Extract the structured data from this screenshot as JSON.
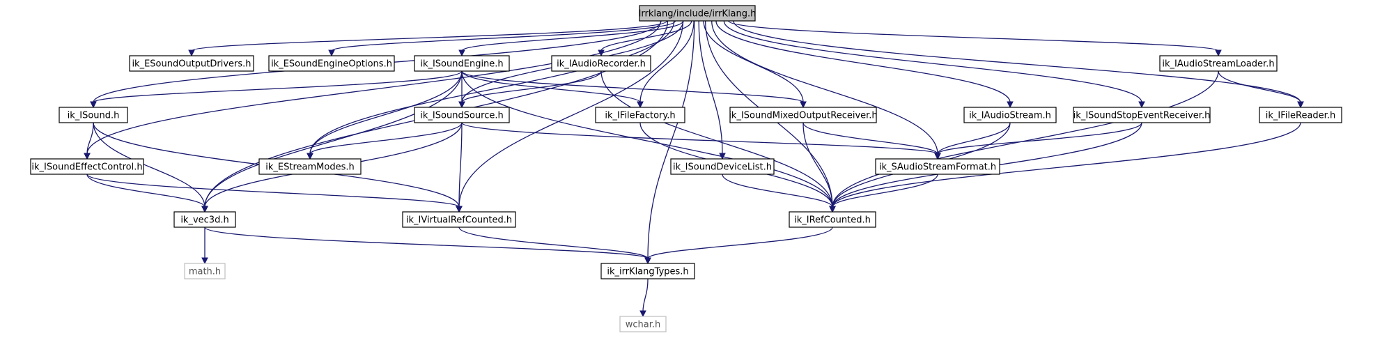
{
  "root": "Irrklang/include/irrKlang.h",
  "nodes": [
    {
      "id": "root",
      "label": "Irrklang/include/irrKlang.h"
    },
    {
      "id": "eoutdrv",
      "label": "ik_ESoundOutputDrivers.h"
    },
    {
      "id": "eengopt",
      "label": "ik_ESoundEngineOptions.h"
    },
    {
      "id": "isoundengine",
      "label": "ik_ISoundEngine.h"
    },
    {
      "id": "iaudiorec",
      "label": "ik_IAudioRecorder.h"
    },
    {
      "id": "iaudiostreamloader",
      "label": "ik_IAudioStreamLoader.h"
    },
    {
      "id": "isound",
      "label": "ik_ISound.h"
    },
    {
      "id": "isoundsource",
      "label": "ik_ISoundSource.h"
    },
    {
      "id": "ifilefactory",
      "label": "ik_IFileFactory.h"
    },
    {
      "id": "imixed",
      "label": "ik_ISoundMixedOutputReceiver.h"
    },
    {
      "id": "iaudiostream",
      "label": "ik_IAudioStream.h"
    },
    {
      "id": "istopevent",
      "label": "ik_ISoundStopEventReceiver.h"
    },
    {
      "id": "ifilereader",
      "label": "ik_IFileReader.h"
    },
    {
      "id": "ieffect",
      "label": "ik_ISoundEffectControl.h"
    },
    {
      "id": "estream",
      "label": "ik_EStreamModes.h"
    },
    {
      "id": "idevicelist",
      "label": "ik_ISoundDeviceList.h"
    },
    {
      "id": "saudiofmt",
      "label": "ik_SAudioStreamFormat.h"
    },
    {
      "id": "vec3d",
      "label": "ik_vec3d.h"
    },
    {
      "id": "ivirtual",
      "label": "ik_IVirtualRefCounted.h"
    },
    {
      "id": "irefcounted",
      "label": "ik_IRefCounted.h"
    },
    {
      "id": "mathh",
      "label": "math.h",
      "system": true
    },
    {
      "id": "types",
      "label": "ik_irrKlangTypes.h"
    },
    {
      "id": "wcharh",
      "label": "wchar.h",
      "system": true
    }
  ],
  "edges": [
    [
      "root",
      "eoutdrv"
    ],
    [
      "root",
      "eengopt"
    ],
    [
      "root",
      "isoundengine"
    ],
    [
      "root",
      "iaudiorec"
    ],
    [
      "root",
      "iaudiostreamloader"
    ],
    [
      "root",
      "isound"
    ],
    [
      "root",
      "isoundsource"
    ],
    [
      "root",
      "ifilefactory"
    ],
    [
      "root",
      "imixed"
    ],
    [
      "root",
      "iaudiostream"
    ],
    [
      "root",
      "istopevent"
    ],
    [
      "root",
      "ifilereader"
    ],
    [
      "root",
      "ieffect"
    ],
    [
      "root",
      "estream"
    ],
    [
      "root",
      "idevicelist"
    ],
    [
      "root",
      "saudiofmt"
    ],
    [
      "root",
      "vec3d"
    ],
    [
      "root",
      "ivirtual"
    ],
    [
      "root",
      "irefcounted"
    ],
    [
      "root",
      "types"
    ],
    [
      "isoundengine",
      "isound"
    ],
    [
      "isoundengine",
      "isoundsource"
    ],
    [
      "isoundengine",
      "ifilefactory"
    ],
    [
      "isoundengine",
      "imixed"
    ],
    [
      "isoundengine",
      "estream"
    ],
    [
      "isoundengine",
      "vec3d"
    ],
    [
      "isoundengine",
      "irefcounted"
    ],
    [
      "iaudiorec",
      "isoundsource"
    ],
    [
      "iaudiorec",
      "irefcounted"
    ],
    [
      "isound",
      "ieffect"
    ],
    [
      "isound",
      "vec3d"
    ],
    [
      "isound",
      "ivirtual"
    ],
    [
      "isoundsource",
      "estream"
    ],
    [
      "isoundsource",
      "saudiofmt"
    ],
    [
      "isoundsource",
      "vec3d"
    ],
    [
      "isoundsource",
      "ivirtual"
    ],
    [
      "ifilefactory",
      "irefcounted"
    ],
    [
      "imixed",
      "saudiofmt"
    ],
    [
      "imixed",
      "irefcounted"
    ],
    [
      "iaudiostream",
      "saudiofmt"
    ],
    [
      "iaudiostream",
      "irefcounted"
    ],
    [
      "istopevent",
      "saudiofmt"
    ],
    [
      "istopevent",
      "irefcounted"
    ],
    [
      "iaudiostreamloader",
      "ifilereader"
    ],
    [
      "iaudiostreamloader",
      "irefcounted"
    ],
    [
      "ifilereader",
      "irefcounted"
    ],
    [
      "ieffect",
      "vec3d"
    ],
    [
      "ieffect",
      "ivirtual"
    ],
    [
      "idevicelist",
      "irefcounted"
    ],
    [
      "saudiofmt",
      "irefcounted"
    ],
    [
      "vec3d",
      "mathh"
    ],
    [
      "vec3d",
      "types"
    ],
    [
      "ivirtual",
      "types"
    ],
    [
      "irefcounted",
      "types"
    ],
    [
      "types",
      "wcharh"
    ]
  ]
}
